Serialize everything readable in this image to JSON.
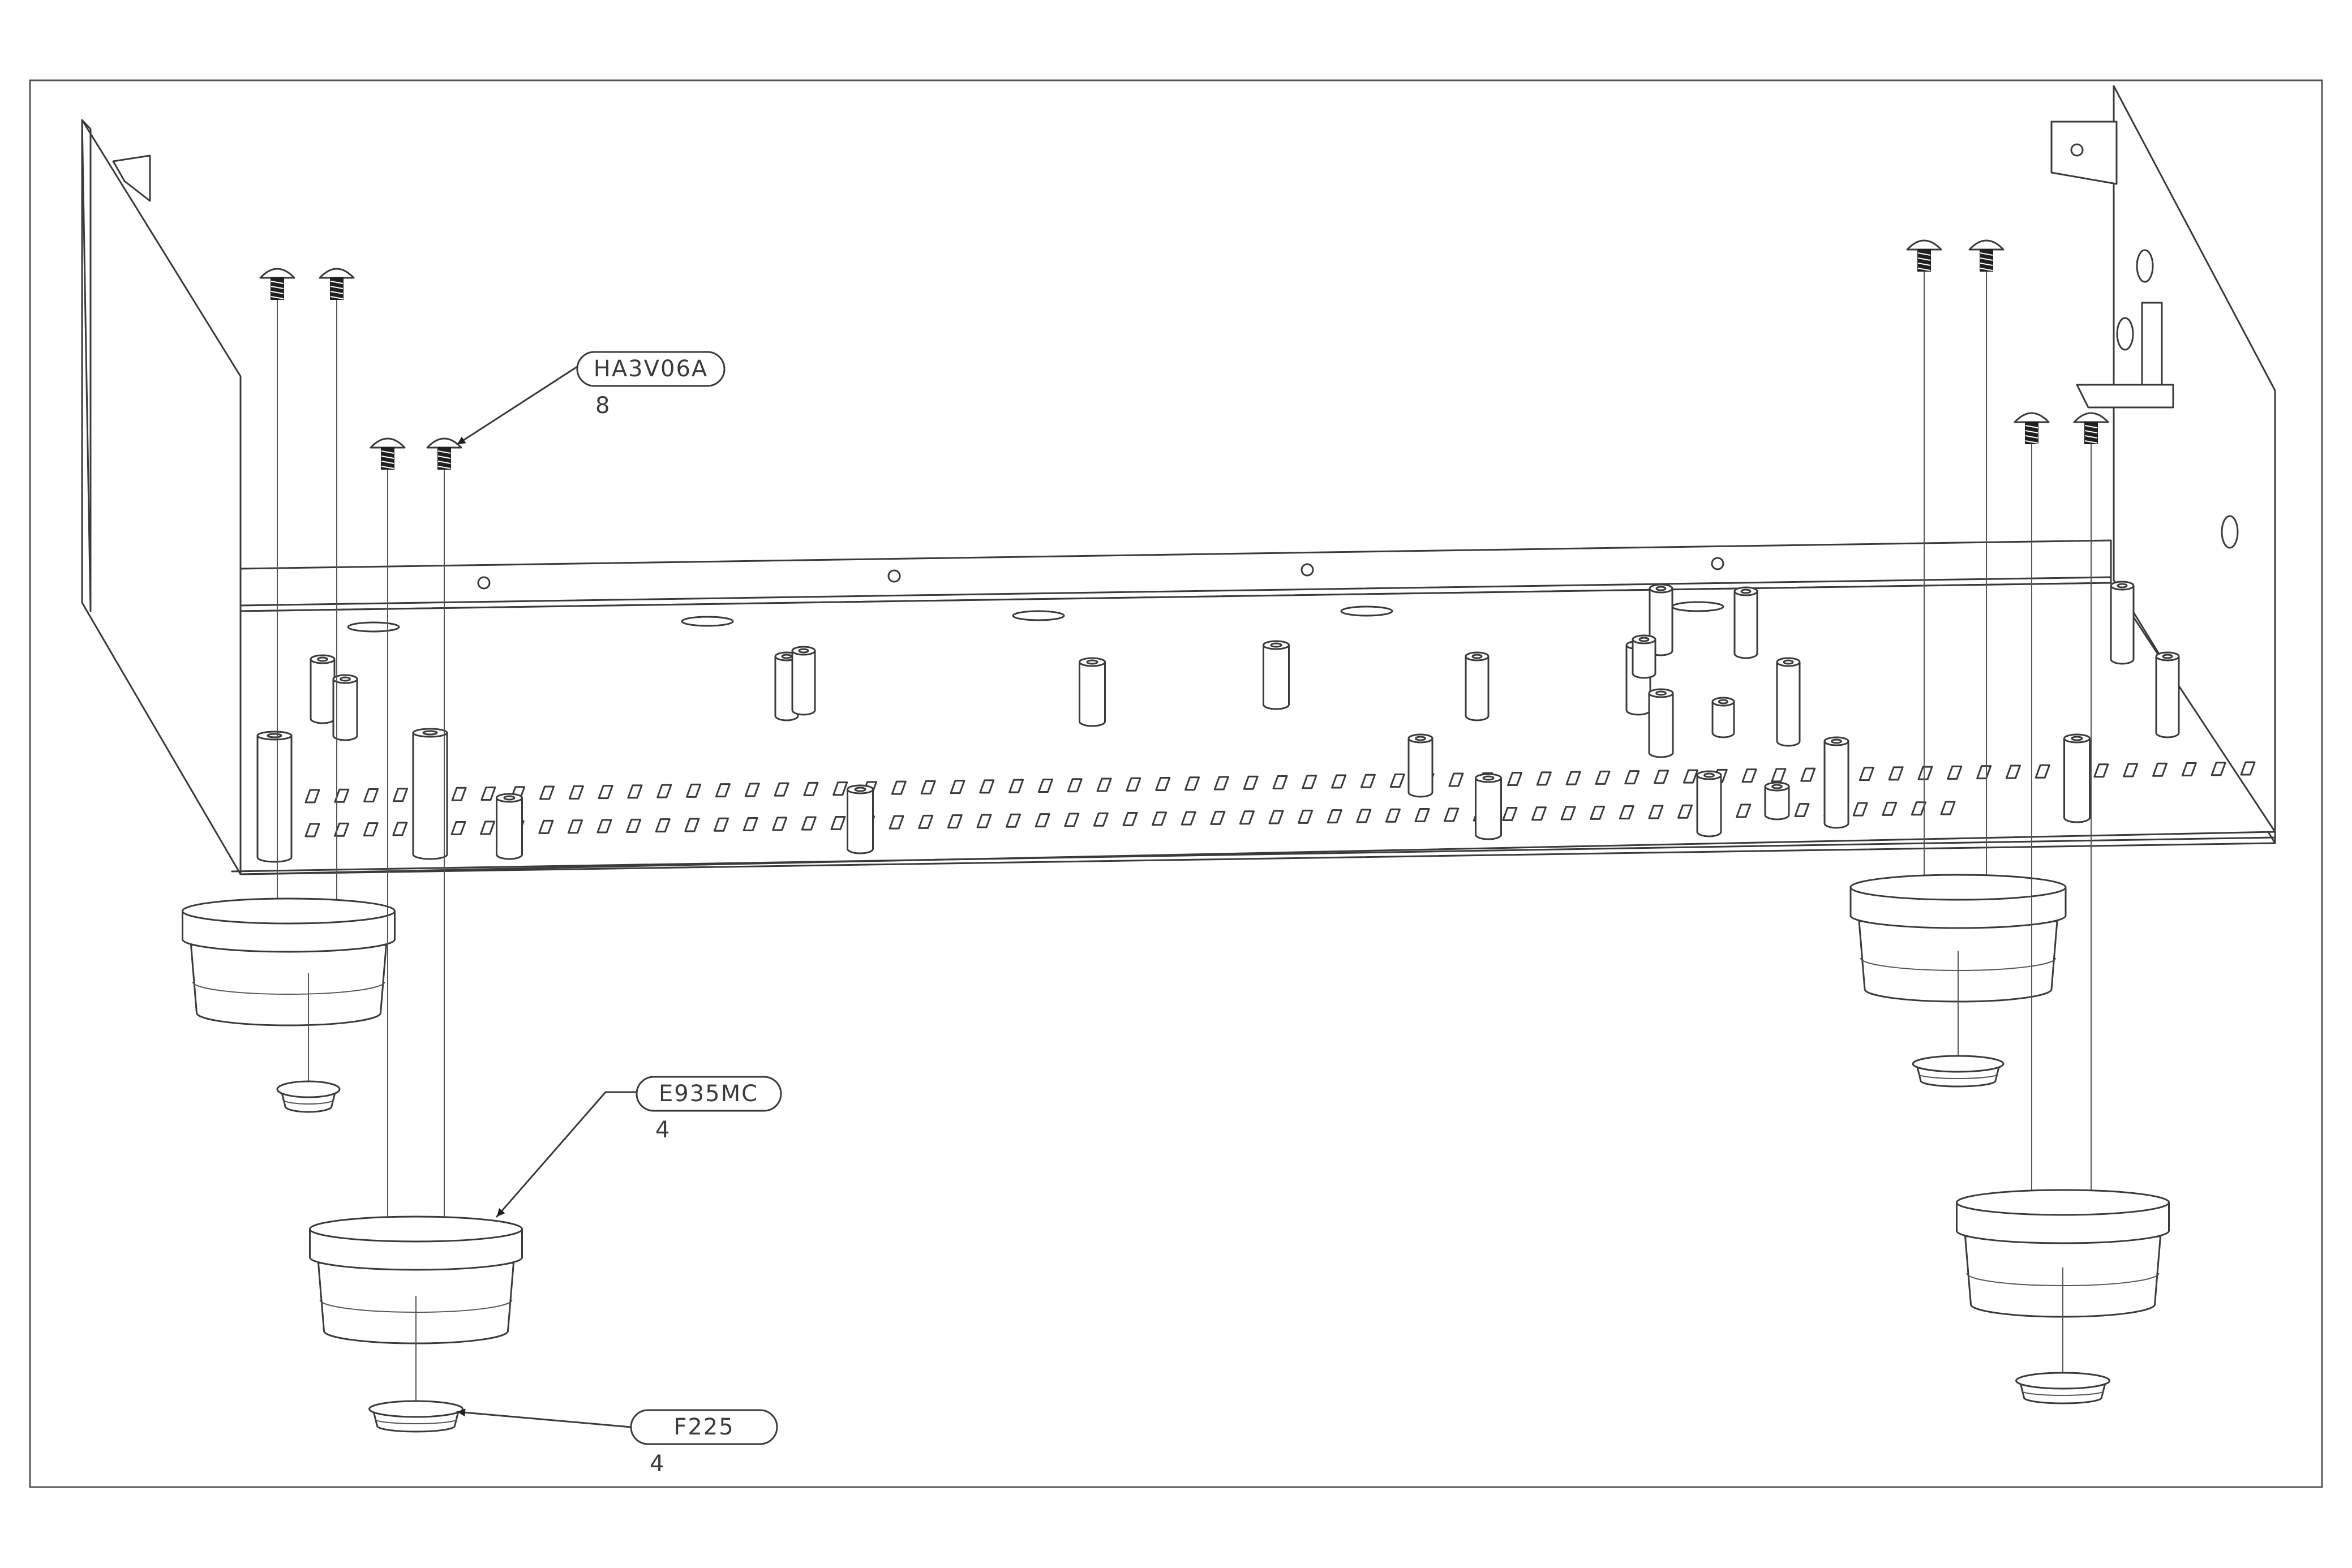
{
  "callouts": [
    {
      "part": "HA3V06A",
      "qty": "8"
    },
    {
      "part": "E935MC",
      "qty": "4"
    },
    {
      "part": "F225",
      "qty": "4"
    }
  ],
  "colors": {
    "line": "#3a3a3a",
    "background": "#ffffff"
  }
}
